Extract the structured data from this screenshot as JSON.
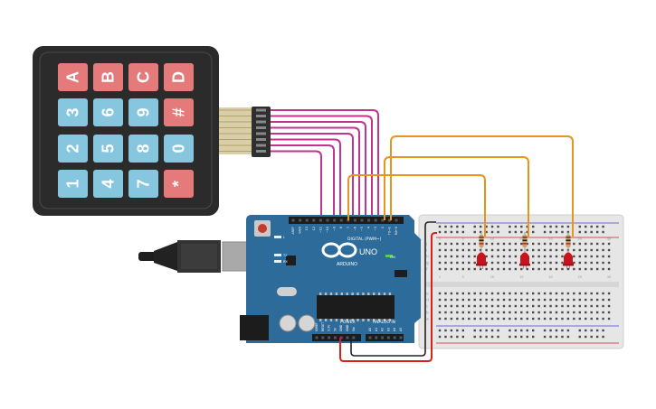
{
  "keypad": {
    "keys": [
      {
        "label": "A",
        "kind": "red"
      },
      {
        "label": "B",
        "kind": "red"
      },
      {
        "label": "C",
        "kind": "red"
      },
      {
        "label": "D",
        "kind": "red"
      },
      {
        "label": "3",
        "kind": "blue"
      },
      {
        "label": "6",
        "kind": "blue"
      },
      {
        "label": "9",
        "kind": "blue"
      },
      {
        "label": "#",
        "kind": "red"
      },
      {
        "label": "2",
        "kind": "blue"
      },
      {
        "label": "5",
        "kind": "blue"
      },
      {
        "label": "8",
        "kind": "blue"
      },
      {
        "label": "0",
        "kind": "blue"
      },
      {
        "label": "1",
        "kind": "blue"
      },
      {
        "label": "4",
        "kind": "blue"
      },
      {
        "label": "7",
        "kind": "blue"
      },
      {
        "label": "*",
        "kind": "red"
      }
    ]
  },
  "arduino": {
    "brand": "ARDUINO",
    "model": "UNO",
    "digital_label": "DIGITAL (PWM~)",
    "power_label": "POWER",
    "analog_label": "ANALOG IN",
    "on_label": "ON",
    "tx_label": "TX",
    "rx_label": "RX",
    "l_label": "L",
    "digital_pins": [
      "AREF",
      "GND",
      "13",
      "12",
      "~11",
      "~10",
      "~9",
      "8",
      "7",
      "~6",
      "~5",
      "4",
      "~3",
      "2",
      "TX→1",
      "RX←0"
    ],
    "power_pins": [
      "IOREF",
      "RESET",
      "3.3V",
      "5V",
      "GND",
      "GND",
      "Vin"
    ],
    "analog_pins": [
      "A0",
      "A1",
      "A2",
      "A3",
      "A4",
      "A5"
    ]
  },
  "breadboard": {
    "column_numbers": [
      "1",
      "5",
      "10",
      "15",
      "20",
      "25",
      "30"
    ],
    "row_letters_top": [
      "j",
      "i",
      "h",
      "g",
      "f"
    ],
    "row_letters_bottom": [
      "e",
      "d",
      "c",
      "b",
      "a"
    ]
  },
  "colors": {
    "keypad_body": "#2b2b2b",
    "key_red": "#e57a7a",
    "key_blue": "#86c6de",
    "keypad_wire": "#c2338f",
    "led_wire": "#e8941f",
    "power_wire": "#d8211d",
    "ground_wire": "#222222",
    "board": "#2c6b9a",
    "breadboard": "#e6e6e6",
    "led": "#c8141c"
  }
}
